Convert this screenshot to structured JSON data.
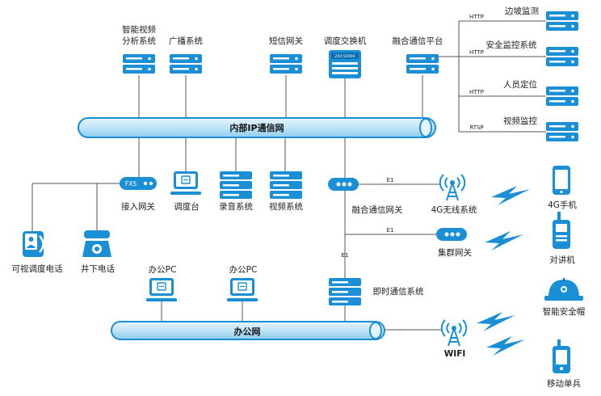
{
  "nodes": {
    "smart_video": [
      "智能视频",
      "分析系统"
    ],
    "broadcast": "广播系统",
    "sms_gateway": "短信网关",
    "dispatch_switch": "调度交换机",
    "switch_panel_text": "ZXX S0000",
    "fusion_platform": "融合通信平台",
    "slope_monitor": "边坡监测",
    "safety_monitor": "安全监控系统",
    "personnel": "人员定位",
    "video_monitor": "视频监控",
    "internal_net": "内部IP通信网",
    "access_gateway": "接入网关",
    "fxs": "FXS",
    "dispatch_desk": "调度台",
    "recording": "录音系统",
    "video_system": "视频系统",
    "fusion_gateway": "融合通信网关",
    "wireless_4g": "4G无线系统",
    "phone_4g": "4G手机",
    "trunk_gateway": "集群网关",
    "walkie_talkie": "对讲机",
    "video_phone": "可视调度电话",
    "underground_phone": "井下电话",
    "office_pc_1": "办公PC",
    "office_pc_2": "办公PC",
    "im_system": "即时通信系统",
    "office_net": "办公网",
    "wifi": "WIFI",
    "smart_helmet": "智能安全帽",
    "mobile_soldier": "移动单兵"
  },
  "links": {
    "http1": "HTTP",
    "http2": "HTTP",
    "http3": "HTTP",
    "rtsp": "RTSP",
    "e1_a": "E1",
    "e1_b": "E1",
    "e1_c": "E1"
  },
  "colors": {
    "accent": "#1a8fd6",
    "accent_dark": "#0d6fb3",
    "pipe_fill": "#bfe4f8",
    "pipe_stroke": "#1a8fd6",
    "line": "#555555",
    "text": "#1e1e1e"
  }
}
